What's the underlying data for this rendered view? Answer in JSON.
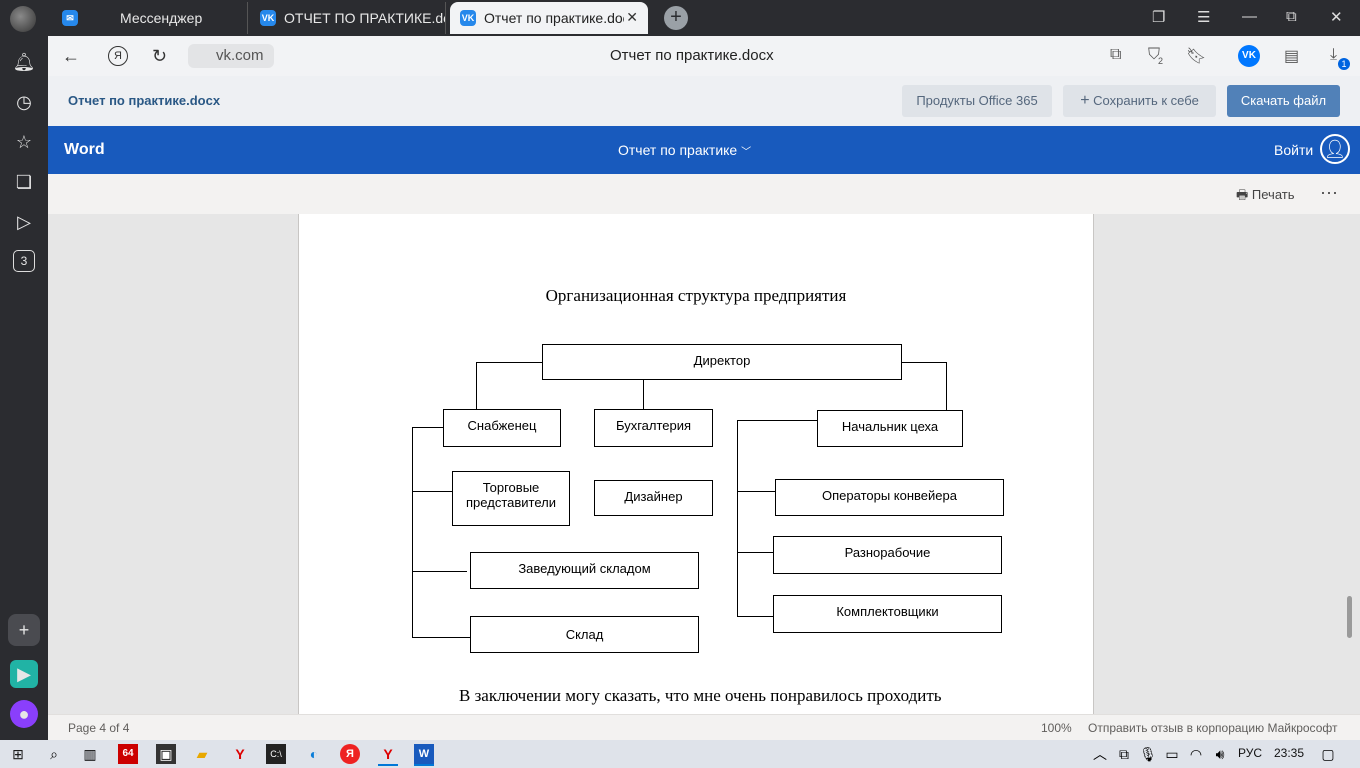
{
  "browser": {
    "tabs": [
      {
        "label": "Мессенджер",
        "icon": "messenger-icon"
      },
      {
        "label": "ОТЧЕТ ПО ПРАКТИКЕ.docx",
        "icon": "vk-icon"
      },
      {
        "label": "Отчет по практике.docx",
        "icon": "vk-icon"
      }
    ],
    "url": "vk.com",
    "page_title": "Отчет по практике.docx",
    "bookmark_badge": "2",
    "downloads_badge": "1"
  },
  "sidebar": {
    "counter_badge": "3"
  },
  "vk_header": {
    "doc_name": "Отчет по практике.docx",
    "office_products": "Продукты Office 365",
    "save_to_self": "Сохранить к себе",
    "download": "Скачать файл"
  },
  "word_header": {
    "app": "Word",
    "doc_title": "Отчет по практике",
    "login": "Войти"
  },
  "toolbar": {
    "print": "Печать",
    "more": "···"
  },
  "document": {
    "heading": "Организационная структура предприятия",
    "org_chart": {
      "director": "Директор",
      "supplier": "Снабженец",
      "accounting": "Бухгалтерия",
      "shop_head": "Начальник цеха",
      "sales_reps": "Торговые представители",
      "designer": "Дизайнер",
      "conveyor_ops": "Операторы конвейера",
      "handymen": "Разнорабочие",
      "warehouse_head": "Заведующий складом",
      "pickers": "Комплектовщики",
      "warehouse": "Склад"
    },
    "paragraph": "В заключении могу сказать, что мне очень понравилось проходить"
  },
  "status": {
    "page": "Page 4 of 4",
    "zoom": "100%",
    "feedback": "Отправить отзыв в корпорацию Майкрософт"
  },
  "taskbar": {
    "lang": "РУС",
    "time": "23:35",
    "badge64": "64"
  }
}
